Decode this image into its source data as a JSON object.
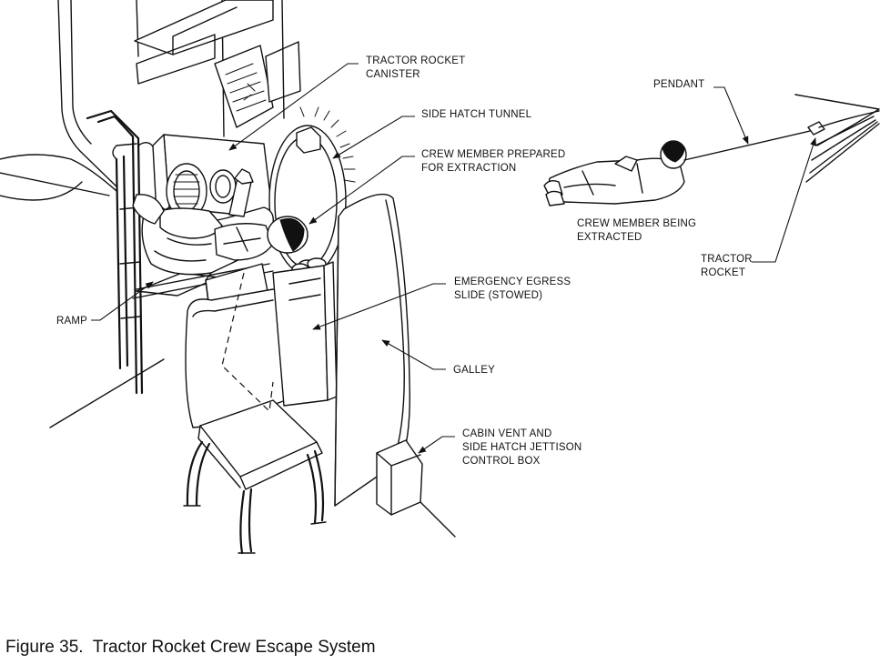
{
  "figure": {
    "caption": "Figure 35.  Tractor Rocket Crew Escape System"
  },
  "labels": {
    "tractor_rocket_canister": [
      "TRACTOR ROCKET",
      "CANISTER"
    ],
    "side_hatch_tunnel": [
      "SIDE HATCH TUNNEL"
    ],
    "crew_member_prepared": [
      "CREW MEMBER PREPARED",
      "FOR EXTRACTION"
    ],
    "pendant": [
      "PENDANT"
    ],
    "crew_member_extracted": [
      "CREW MEMBER BEING",
      "EXTRACTED"
    ],
    "tractor_rocket": [
      "TRACTOR",
      "ROCKET"
    ],
    "emergency_egress_slide": [
      "EMERGENCY EGRESS",
      "SLIDE (STOWED)"
    ],
    "ramp": [
      "RAMP"
    ],
    "galley": [
      "GALLEY"
    ],
    "cabin_vent_control_box": [
      "CABIN VENT AND",
      "SIDE HATCH JETTISON",
      "CONTROL BOX"
    ]
  }
}
